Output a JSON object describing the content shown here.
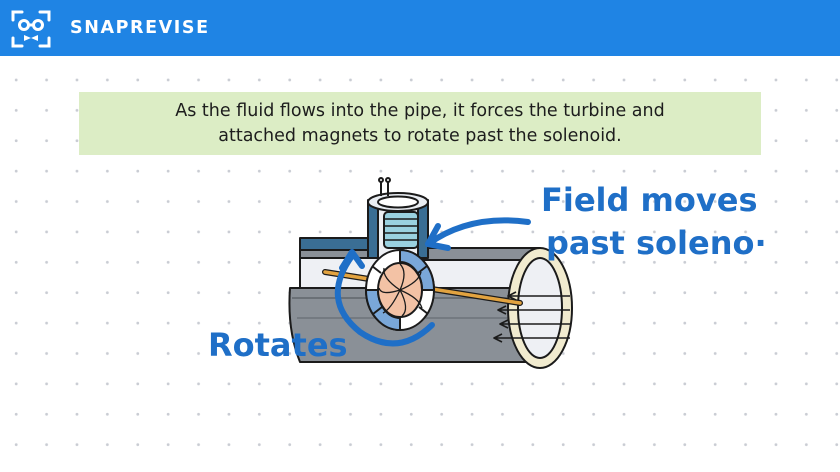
{
  "header": {
    "brand": "SNAPREVISE",
    "logo_icon": "snaprevise-face-icon",
    "bar_color": "#1f84e4"
  },
  "caption": {
    "line1": "As the fluid flows into the pipe, it forces the turbine and",
    "line2": "attached magnets to rotate past the solenoid."
  },
  "annotations": {
    "field_line1": "Field moves",
    "field_line2": "past soleno·",
    "rotates": "Rotates",
    "color": "#1f6fc7"
  }
}
